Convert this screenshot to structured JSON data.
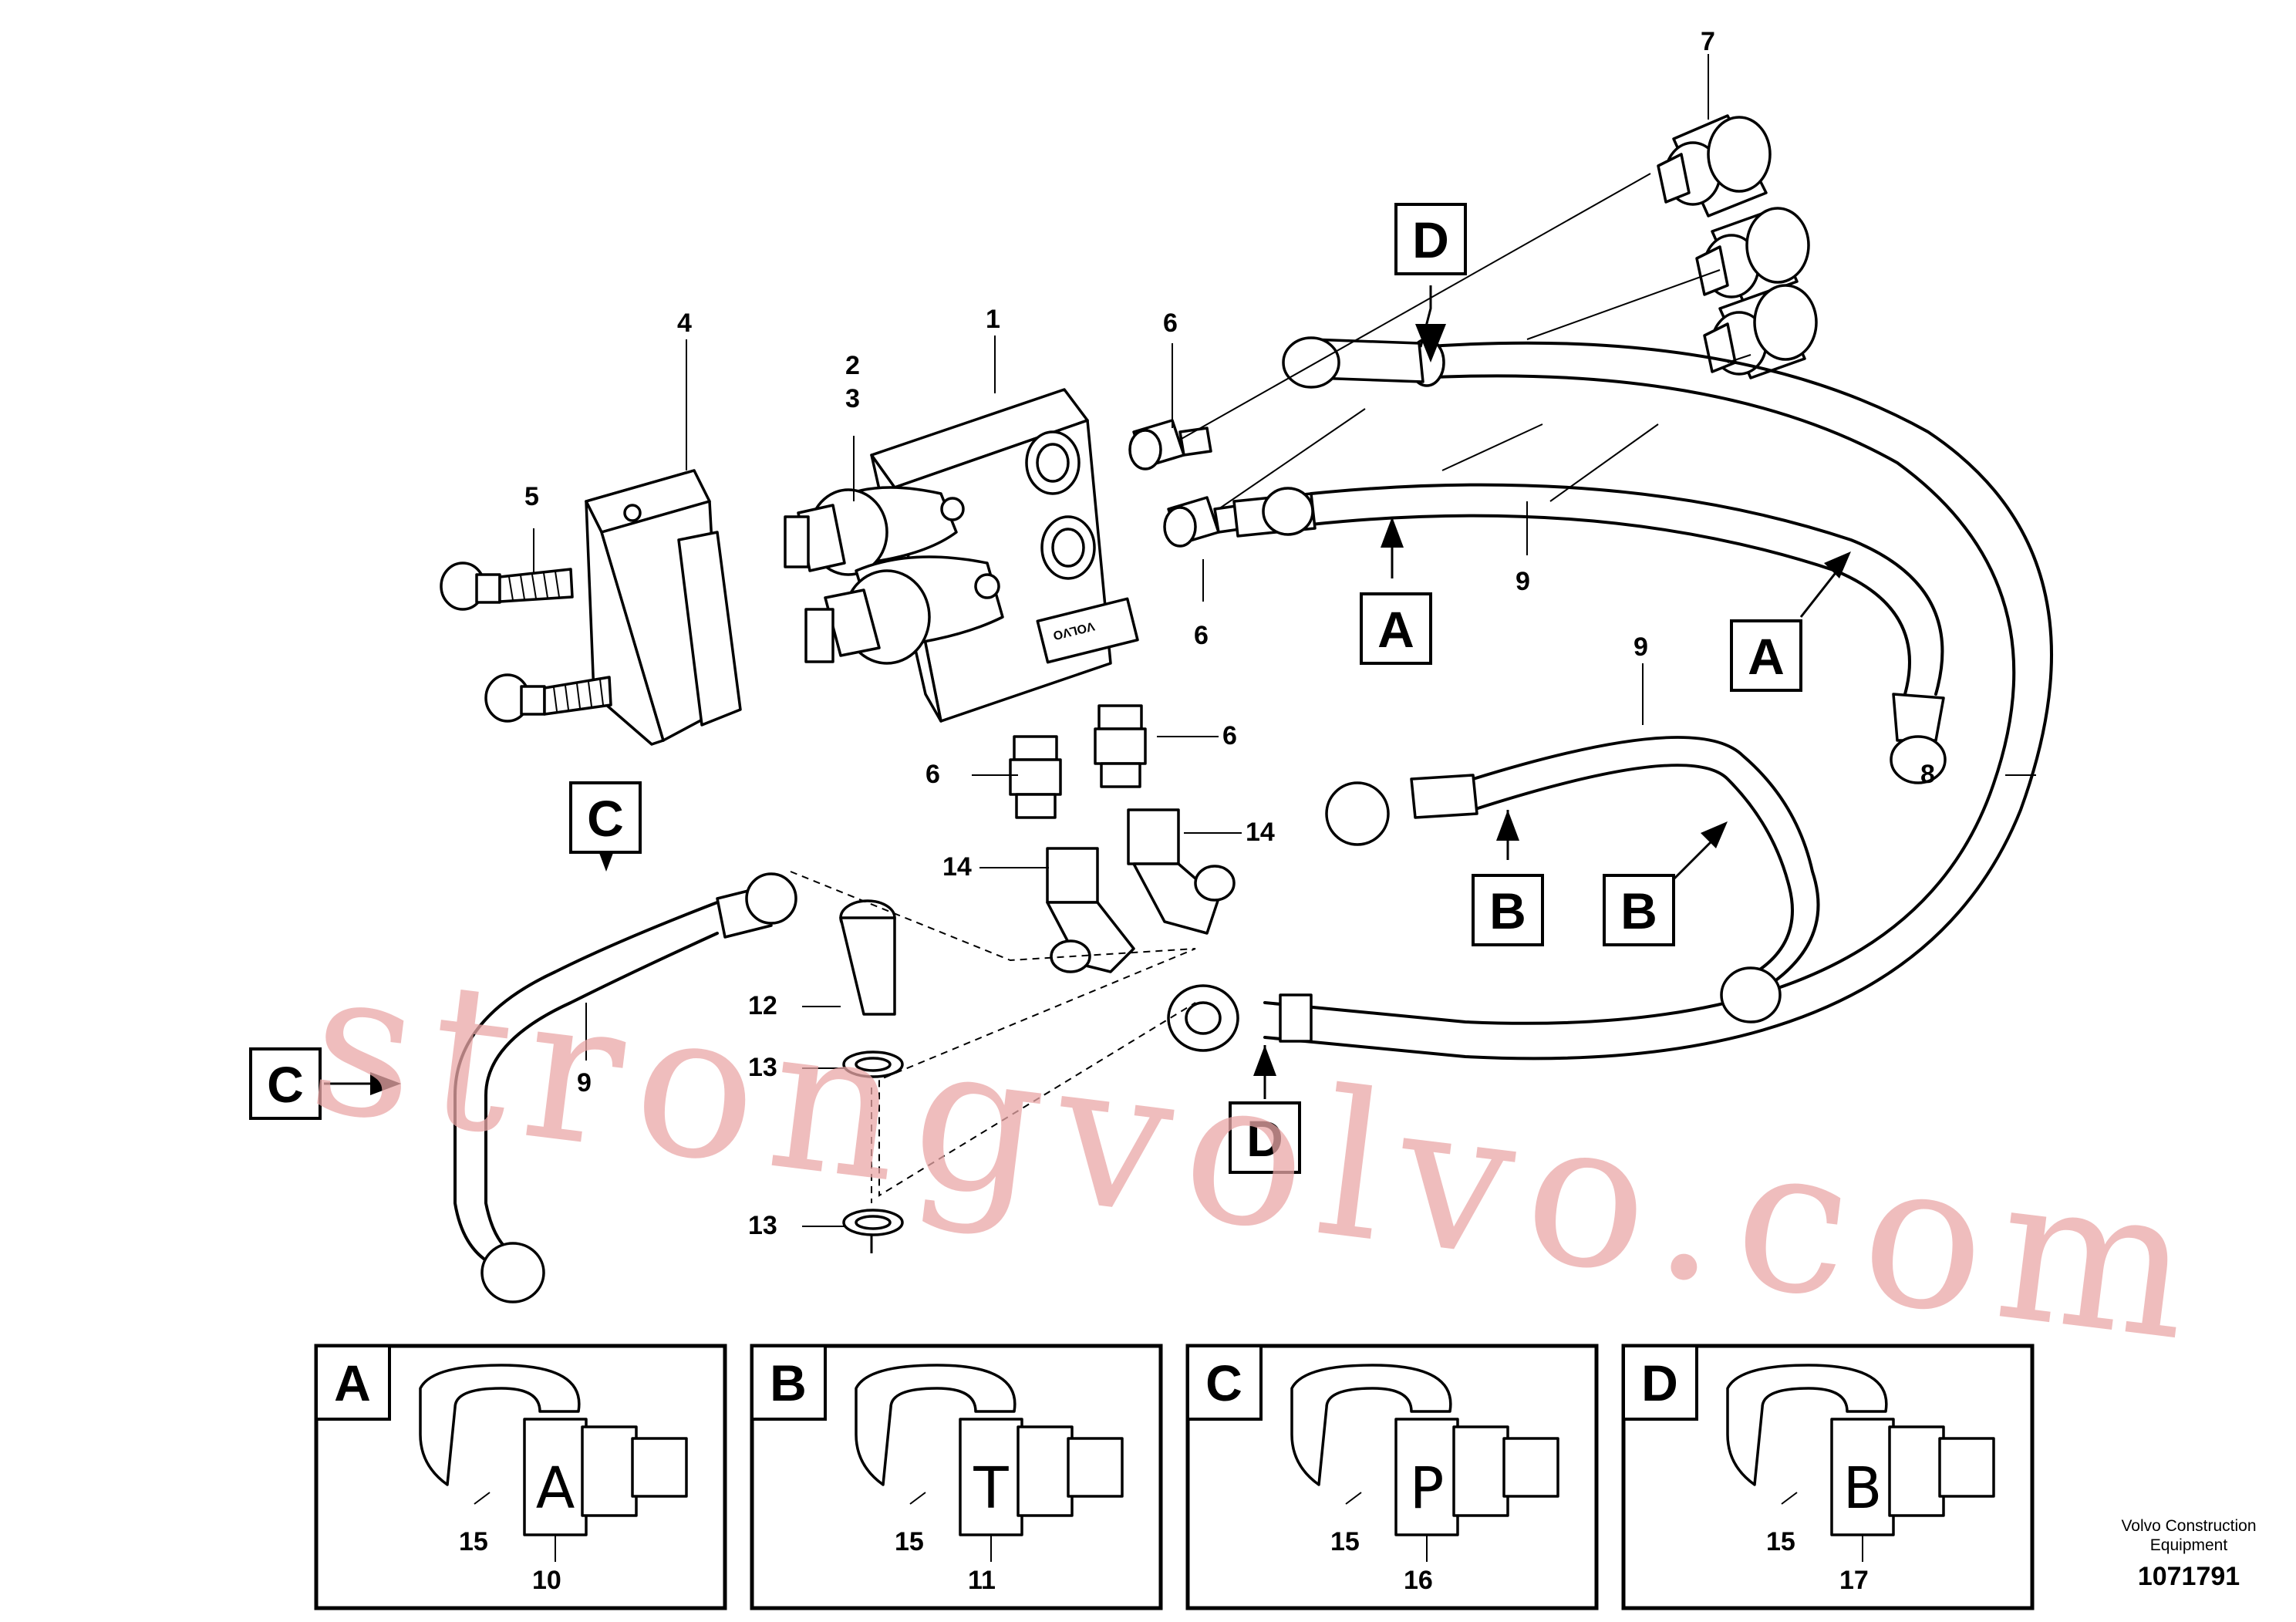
{
  "callouts": {
    "c1": "1",
    "c2": "2",
    "c3": "3",
    "c4": "4",
    "c5": "5",
    "c6a": "6",
    "c6b": "6",
    "c6c": "6",
    "c6d": "6",
    "c7": "7",
    "c8": "8",
    "c9a": "9",
    "c9b": "9",
    "c9c": "9",
    "c12": "12",
    "c13a": "13",
    "c13b": "13",
    "c14a": "14",
    "c14b": "14"
  },
  "refs": {
    "d_top": "D",
    "a_mid": "A",
    "a_right": "A",
    "c_top": "C",
    "c_left": "C",
    "b_left": "B",
    "b_right": "B",
    "d_bottom": "D"
  },
  "details": [
    {
      "letter": "A",
      "tag": "A",
      "hose_callout": "15",
      "tag_callout": "10"
    },
    {
      "letter": "B",
      "tag": "T",
      "hose_callout": "15",
      "tag_callout": "11"
    },
    {
      "letter": "C",
      "tag": "P",
      "hose_callout": "15",
      "tag_callout": "16"
    },
    {
      "letter": "D",
      "tag": "B",
      "hose_callout": "15",
      "tag_callout": "17"
    }
  ],
  "valve_plate": "VOLVO",
  "credit": {
    "line1": "Volvo Construction",
    "line2": "Equipment"
  },
  "doc_number": "1071791",
  "watermark": "strongvolvo.com"
}
